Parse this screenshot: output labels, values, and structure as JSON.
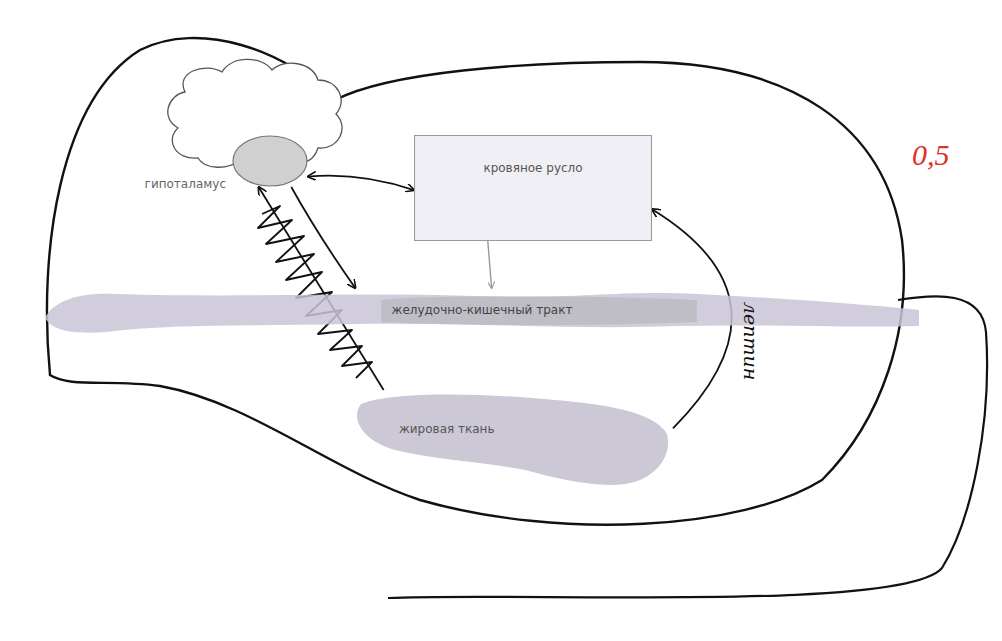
{
  "diagram": {
    "nodes": [
      {
        "text": [
          "гипоталамус"
        ]
      },
      {
        "text": [
          "кровяное русло"
        ]
      },
      {
        "text": [
          "желудочно-кишечный тракт"
        ]
      },
      {
        "text": [
          "жировая ткань"
        ]
      }
    ],
    "edges": [
      {
        "from": 0,
        "to": 1,
        "arrow": "both"
      },
      {
        "from": 0,
        "to": 2,
        "arrow": "to"
      },
      {
        "from": 1,
        "to": 2,
        "arrow": "to"
      },
      {
        "from": 3,
        "to": 1,
        "label": "лептин",
        "arrow": "to"
      },
      {
        "from": 3,
        "to": 0,
        "arrow": "to"
      }
    ],
    "labels": [
      "0,5"
    ]
  }
}
